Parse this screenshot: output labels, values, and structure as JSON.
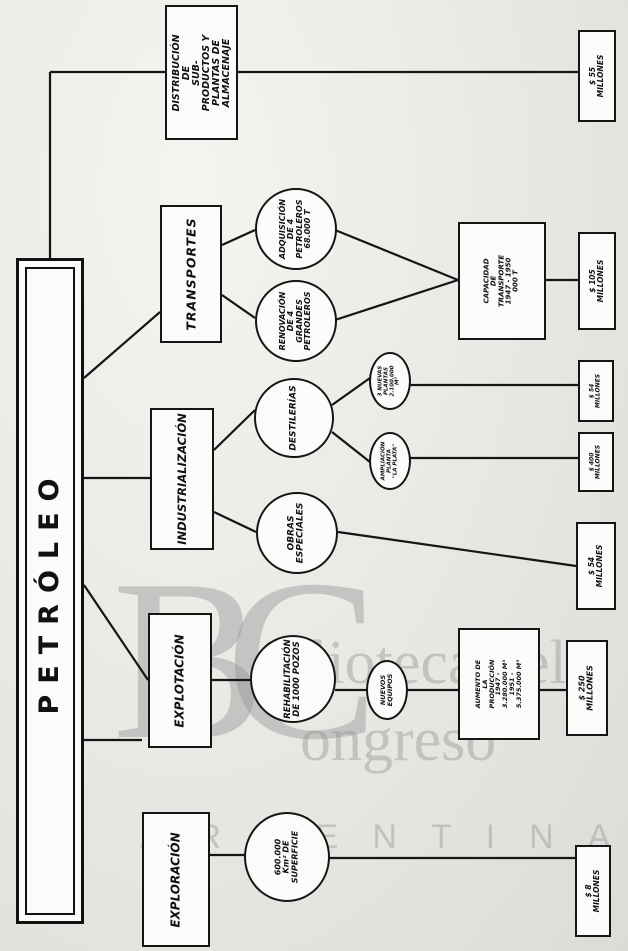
{
  "title": "PETRÓLEO",
  "categories": {
    "exploracion": "EXPLORACIÓN",
    "explotacion": "EXPLOTACIÓN",
    "industrializacion": "INDUSTRIALIZACIÓN",
    "transportes": "TRANSPORTES",
    "distribucion": "DISTRIBUCIÓN DE\nSUB-PRODUCTOS Y\nPLANTAS DE ALMACENAJE"
  },
  "nodes": {
    "superficie": "600.000\nKm² DE SUPERFICIE",
    "rehabilitacion": "REHABILITACIÓN\nDE 1000 POZOS",
    "nuevos_equipos": "NUEVOS\nEQUIPOS",
    "aumento_produccion": "AUMENTO DE LA PRODUCCIÓN\n1947 - 3.280.000 M³\n1951 - 5.375.000 M³",
    "obras_especiales": "OBRAS\nESPECIALES",
    "destilerias": "DESTILERÍAS",
    "ampliacion_planta": "AMPLIACIÓN\nPLANTA\n\"LA PLATA\"",
    "nuevas_plantas": "3 NUEVAS\nPLANTAS\n2.100.000 M³",
    "renovacion": "RENOVACIÓN\nDE 4 GRANDES\nPETROLEROS",
    "adquisicion": "ADQUISICIÓN\nDE 4 PETROLEROS\n68.000 T",
    "capacidad": "CAPACIDAD DE TRANSPORTE\n1947 - 1950 000 T"
  },
  "amounts": {
    "exploracion": "$ 8 MILLONES",
    "explotacion": "$ 250 MILLONES",
    "obras_especiales": "$ 54 MILLONES",
    "ampliacion": "$ 400 MILLONES",
    "nuevas_plantas": "$ 54 MILLONES",
    "transportes": "$ 105 MILLONES",
    "distribucion": "$ 55 MILLONES"
  },
  "watermark": {
    "letters": "BC",
    "line1": "iblioteca del",
    "line2": "ongreso",
    "line3": "ARGENTINA"
  }
}
